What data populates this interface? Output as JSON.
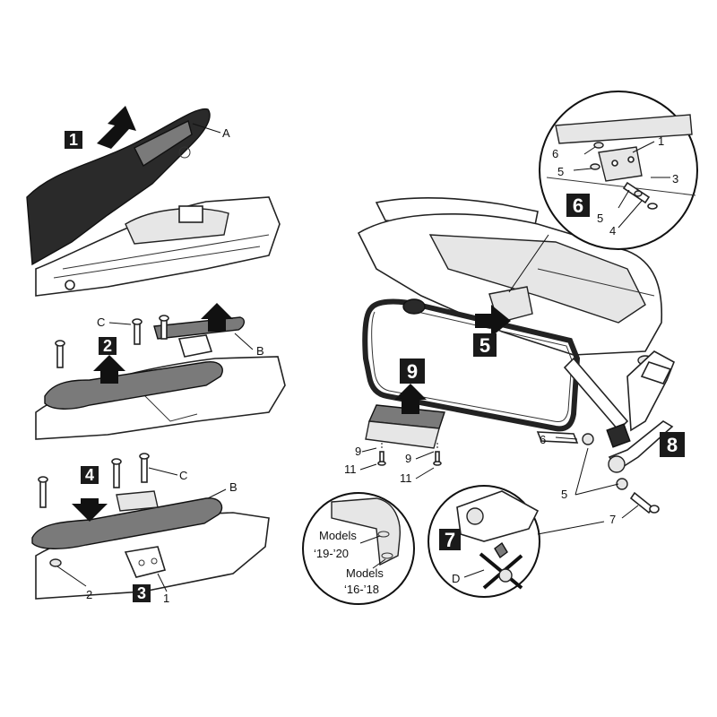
{
  "step_badges": {
    "s1": "1",
    "s2": "2",
    "s3": "3",
    "s4": "4",
    "s5": "5",
    "s6": "6",
    "s7": "7",
    "s8": "8",
    "s9": "9"
  },
  "part_letters": {
    "a": "A",
    "b": "B",
    "c": "C",
    "d": "D"
  },
  "part_numbers": {
    "n1": "1",
    "n2": "2",
    "n3": "3",
    "n4": "4",
    "n5": "5",
    "n6": "6",
    "n7": "7",
    "n9": "9",
    "n11": "11"
  },
  "model_labels": {
    "models_a": "Models",
    "years_a": "‘19-’20",
    "models_b": "Models",
    "years_b": "‘16-’18"
  },
  "colors": {
    "badge": "#1a1a1a",
    "line": "#111111",
    "plastic": "#7a7a7a",
    "seat": "#2a2a2a"
  }
}
